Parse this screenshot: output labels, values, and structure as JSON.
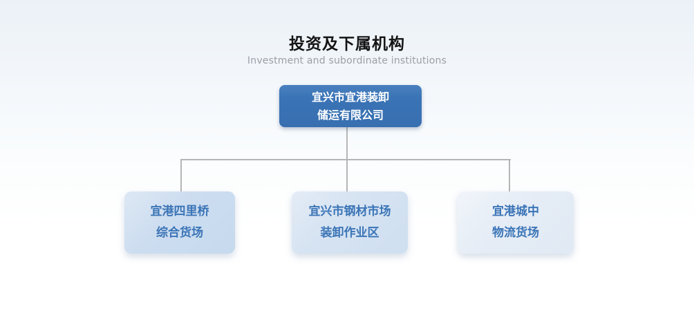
{
  "header": {
    "title": "投资及下属机构",
    "subtitle": "Investment and subordinate institutions"
  },
  "org_chart": {
    "type": "org-tree",
    "root": {
      "line1": "宜兴市宜港装卸",
      "line2": "储运有限公司",
      "full_name": "宜兴市宜港装卸储运有限公司"
    },
    "children": [
      {
        "line1": "宜港四里桥",
        "line2": "综合货场",
        "full_name": "宜港四里桥综合货场"
      },
      {
        "line1": "宜兴市钢材市场",
        "line2": "装卸作业区",
        "full_name": "宜兴市钢材市场装卸作业区"
      },
      {
        "line1": "宜港城中",
        "line2": "物流货场",
        "full_name": "宜港城中物流货场"
      }
    ]
  },
  "colors": {
    "root_box_fill": "#3a74b6",
    "root_box_text": "#ffffff",
    "child_box_fill_left": "#c8dbef",
    "child_box_fill_center": "#d3e1f1",
    "child_box_fill_right": "#e4ebf5",
    "child_box_text": "#3a74b6",
    "connector_line": "#b5b5b5",
    "title_text": "#141414",
    "subtitle_text": "#9aa0a7",
    "background_top": "#ebf1f7",
    "background_bottom": "#ffffff"
  }
}
